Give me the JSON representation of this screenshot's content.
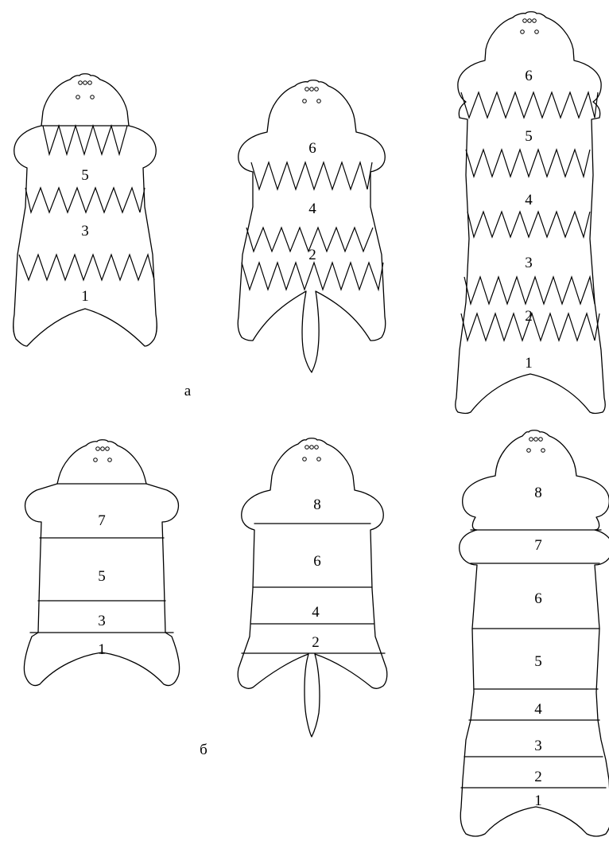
{
  "groups": [
    {
      "label": "а",
      "pelts": [
        {
          "zones": [
            "5",
            "3",
            "1"
          ]
        },
        {
          "zones": [
            "6",
            "4",
            "2"
          ]
        },
        {
          "zones": [
            "6",
            "5",
            "4",
            "3",
            "2",
            "1"
          ]
        }
      ]
    },
    {
      "label": "б",
      "pelts": [
        {
          "zones": [
            "7",
            "5",
            "3",
            "1"
          ]
        },
        {
          "zones": [
            "8",
            "6",
            "4",
            "2"
          ]
        },
        {
          "zones": [
            "8",
            "7",
            "6",
            "5",
            "4",
            "3",
            "2",
            "1"
          ]
        }
      ]
    }
  ]
}
